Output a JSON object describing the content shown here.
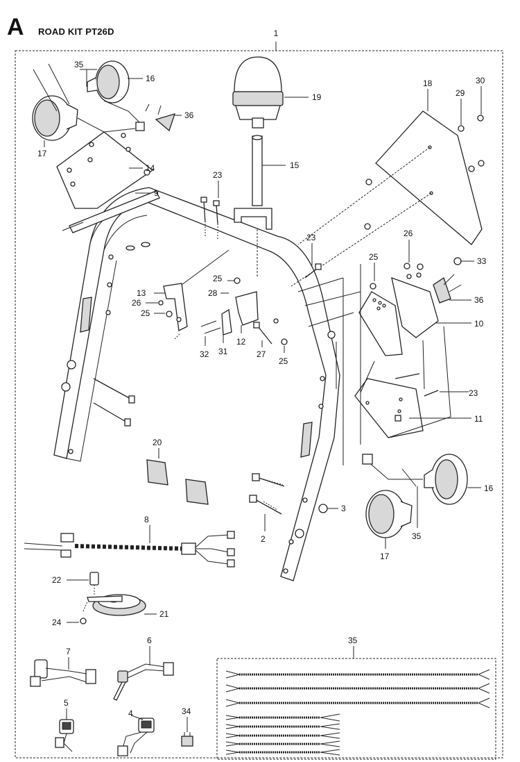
{
  "sheet": {
    "letter": "A",
    "title": "ROAD KIT PT26D"
  },
  "callouts": {
    "c1": "1",
    "c2": "2",
    "c3": "3",
    "c4": "4",
    "c5": "5",
    "c6": "6",
    "c7": "7",
    "c8": "8",
    "c9": "9",
    "c10": "10",
    "c11": "11",
    "c12": "12",
    "c13": "13",
    "c14": "14",
    "c15": "15",
    "c16": "16",
    "c17": "17",
    "c18": "18",
    "c19": "19",
    "c20": "20",
    "c21": "21",
    "c22": "22",
    "c23": "23",
    "c24": "24",
    "c25": "25",
    "c26": "26",
    "c27": "27",
    "c28": "28",
    "c29": "29",
    "c30": "30",
    "c31": "31",
    "c32": "32",
    "c33": "33",
    "c34": "34",
    "c35": "35",
    "c36": "36"
  },
  "icons": [
    "beacon-light",
    "work-lamp",
    "horn",
    "wiring-harness",
    "switch",
    "bracket",
    "frame"
  ]
}
